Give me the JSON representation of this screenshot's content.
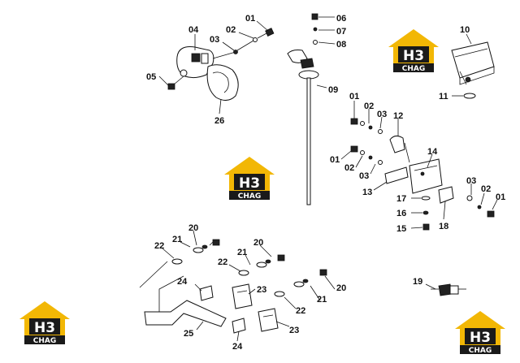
{
  "diagram": {
    "logo": {
      "mark": "H3",
      "brand": "CHAG",
      "colors": {
        "gold": "#f2b705",
        "dark": "#1a1a1a",
        "text": "#ffffff"
      }
    },
    "callouts": {
      "c01a": "01",
      "c02a": "02",
      "c03a": "03",
      "c04": "04",
      "c05": "05",
      "c26": "26",
      "c06": "06",
      "c07": "07",
      "c08": "08",
      "c09": "09",
      "c10": "10",
      "c11": "11",
      "c01b": "01",
      "c02b": "02",
      "c03b": "03",
      "c12": "12",
      "c01c": "01",
      "c02c": "02",
      "c03c": "03",
      "c13": "13",
      "c14": "14",
      "c03d": "03",
      "c02d": "02",
      "c01d": "01",
      "c17": "17",
      "c16": "16",
      "c15": "15",
      "c18": "18",
      "c20a": "20",
      "c21a": "21",
      "c22a": "22",
      "c21b": "21",
      "c20b": "20",
      "c22b": "22",
      "c24a": "24",
      "c23a": "23",
      "c21c": "21",
      "c20c": "20",
      "c22c": "22",
      "c25": "25",
      "c24b": "24",
      "c23b": "23",
      "c19": "19"
    }
  }
}
